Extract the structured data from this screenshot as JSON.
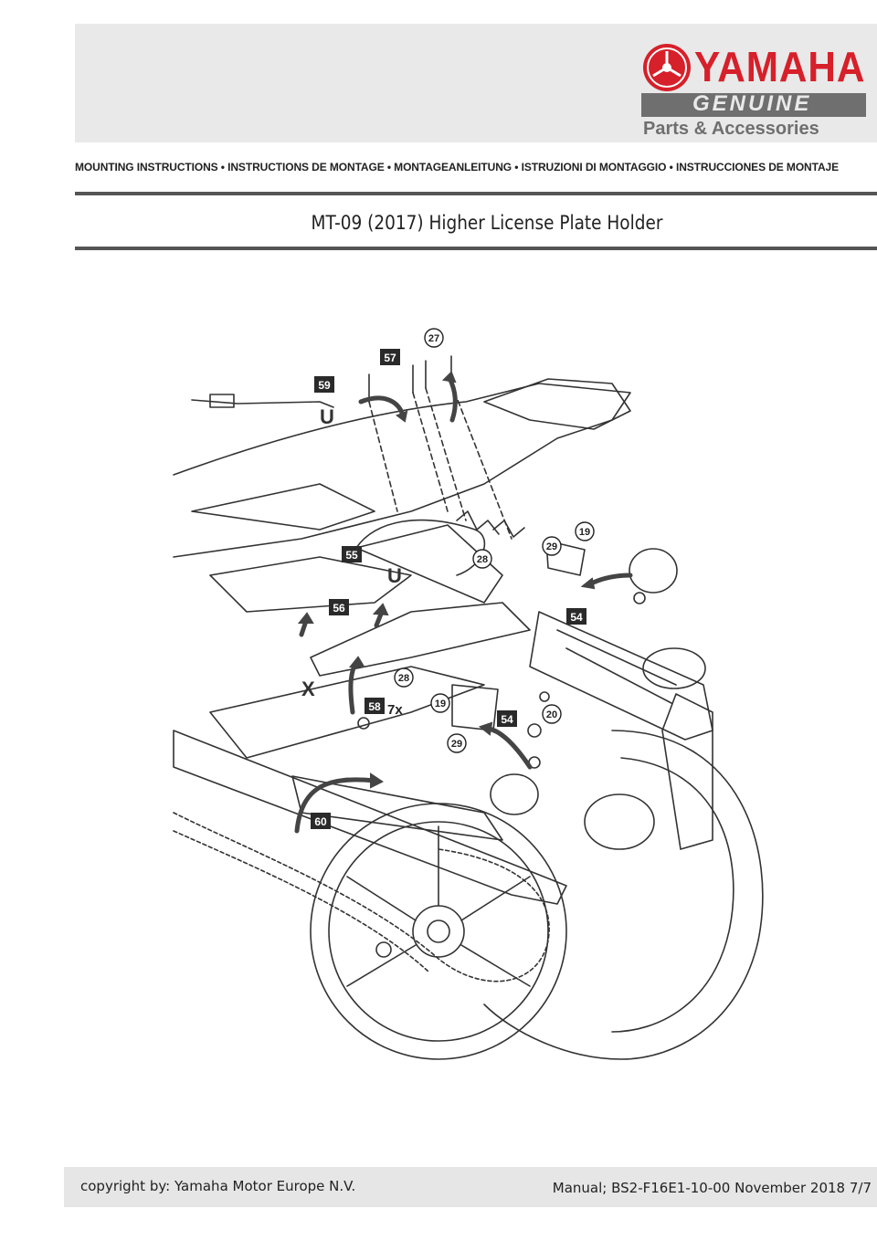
{
  "header": {
    "brand": "YAMAHA",
    "genuine": "GENUINE",
    "parts": "Parts & Accessories",
    "instructions": "MOUNTING INSTRUCTIONS • INSTRUCTIONS DE MONTAGE • MONTAGEANLEITUNG • ISTRUZIONI DI MONTAGGIO • INSTRUCCIONES DE MONTAJE",
    "brand_color": "#d6202a"
  },
  "document": {
    "title": "MT-09 (2017) Higher License Plate Holder"
  },
  "diagram": {
    "callouts_box": [
      "59",
      "57",
      "55",
      "56",
      "54",
      "54",
      "58",
      "60"
    ],
    "callouts_circle": [
      "27",
      "19",
      "29",
      "28",
      "28",
      "19",
      "29",
      "20"
    ],
    "letters": [
      "U",
      "U",
      "X"
    ],
    "quantity": "7x"
  },
  "footer": {
    "copyright": "copyright by: Yamaha Motor Europe N.V.",
    "manual": "Manual; BS2-F16E1-10-00 November 2018 7/7"
  }
}
